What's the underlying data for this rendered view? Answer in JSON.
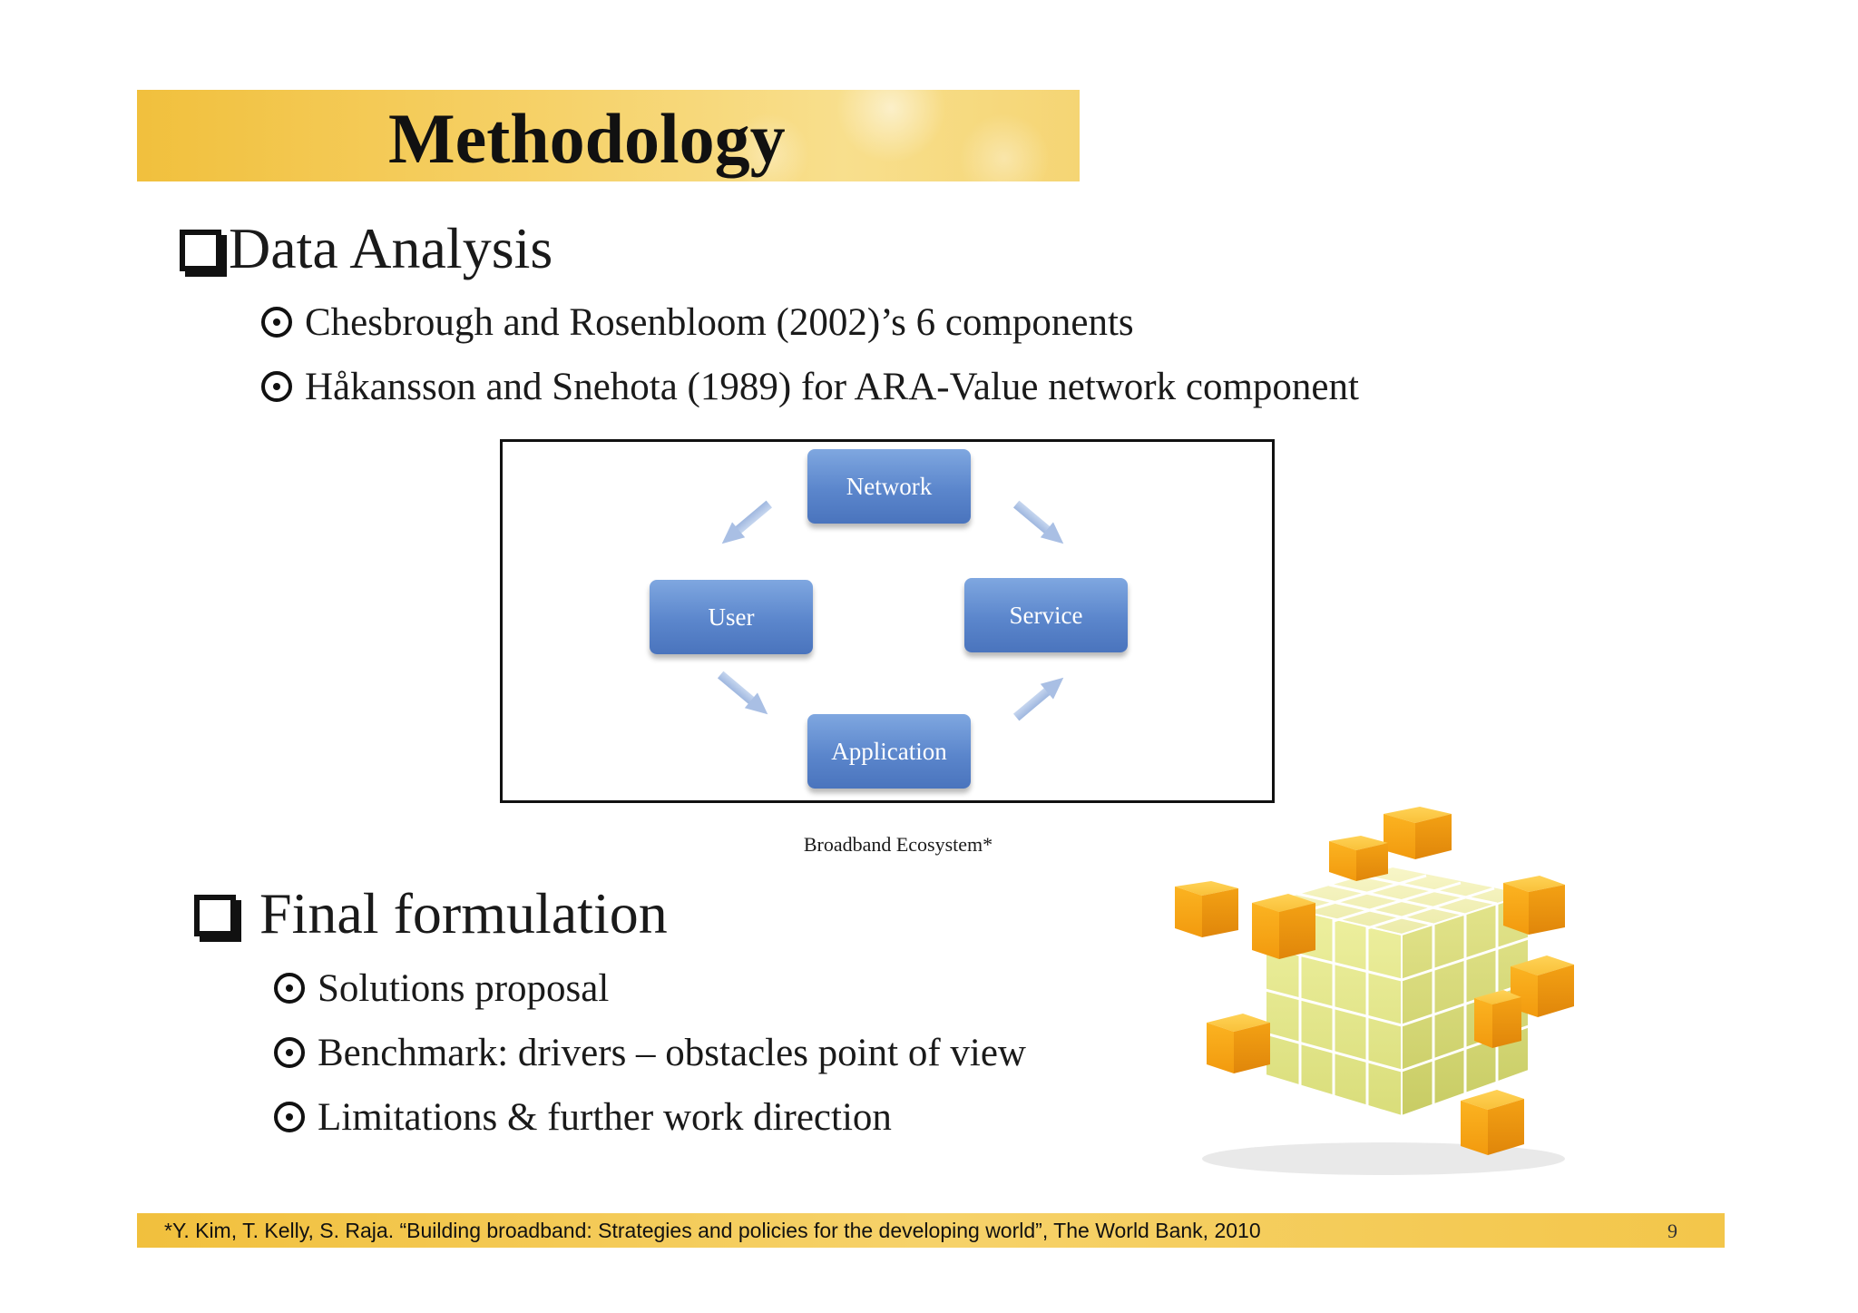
{
  "slide": {
    "title": "Methodology",
    "page_number": "9"
  },
  "section1": {
    "heading": "Data Analysis",
    "bullets": [
      "Chesbrough and Rosenbloom (2002)’s 6 components",
      "Håkansson and Snehota (1989) for ARA-Value network component"
    ]
  },
  "diagram": {
    "nodes": {
      "network": "Network",
      "user": "User",
      "service": "Service",
      "application": "Application"
    },
    "node_color": "#5b86cc",
    "arrow_color": "#a9bfe4",
    "caption": "Broadband Ecosystem*"
  },
  "section2": {
    "heading": "Final formulation",
    "bullets": [
      "Solutions proposal",
      "Benchmark: drivers – obstacles point of  view",
      "Limitations & further work direction"
    ]
  },
  "footer": {
    "citation": "*Y. Kim, T. Kelly, S. Raja. “Building broadband: Strategies and policies for the developing world”, The World Bank, 2010",
    "accent_color": "#f1c03d"
  },
  "image": {
    "icon": "cube-blocks-icon"
  }
}
